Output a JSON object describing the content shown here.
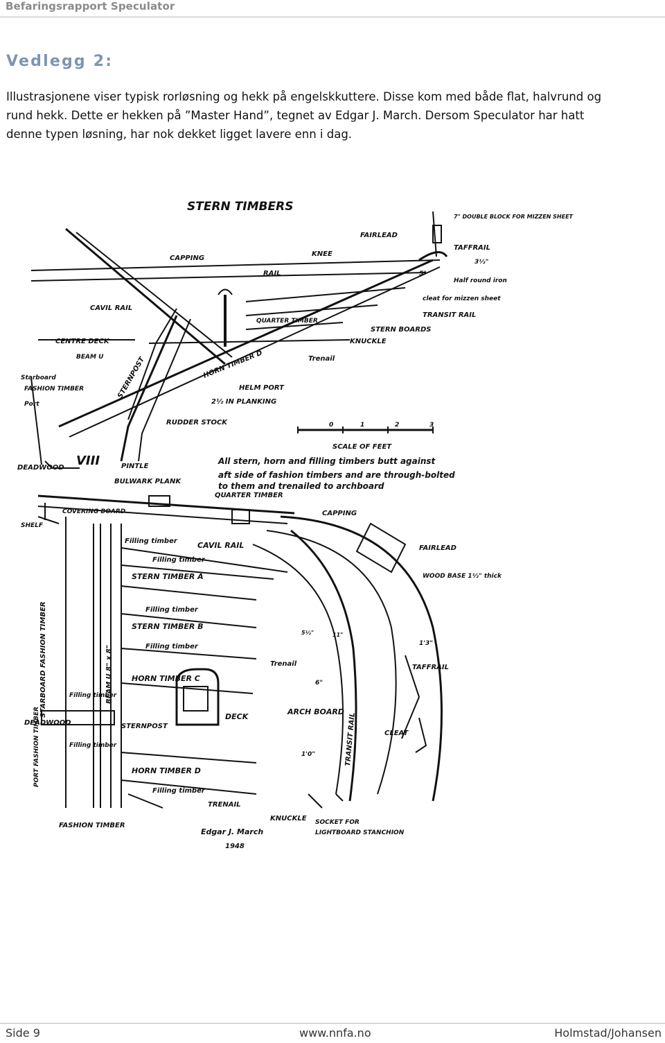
{
  "header": {
    "running_title": "Befaringsrapport Speculator"
  },
  "section": {
    "title": "Vedlegg 2:"
  },
  "intro": {
    "lines": [
      "Illustrasjonene viser typisk rorløsning og hekk på engelskkuttere. Disse kom med både flat, halvrund og",
      "rund hekk. Dette er hekken på ”Master Hand”, tegnet av Edgar J. March. Dersom Speculator har hatt",
      "denne typen løsning, har nok dekket ligget lavere enn i dag."
    ]
  },
  "figure": {
    "top_title": "STERN TIMBERS",
    "labels_top": [
      "CAPPING",
      "RAIL",
      "CAVIL RAIL",
      "CENTRE DECK",
      "BEAM U",
      "Starboard FASHION TIMBER",
      "Port",
      "STERNPOST",
      "DEADWOOD",
      "VIII",
      "PINTLE",
      "RUDDER STOCK",
      "HORN TIMBER D",
      "HELM PORT",
      "2½ IN PLANKING",
      "QUARTER TIMBER",
      "Trenail",
      "KNUCKLE",
      "STERN BOARDS",
      "TRANSIT RAIL",
      "cleat for mizzen sheet",
      "Half round iron",
      "TAFFRAIL",
      "7\" DOUBLE BLOCK FOR MIZZEN SHEET",
      "FAIRLEAD",
      "KNEE",
      "5\"",
      "3½\""
    ],
    "scale_label": "SCALE OF FEET",
    "scale_ticks": [
      "0",
      "1",
      "2",
      "3"
    ],
    "note": [
      "All stern, horn and filling timbers butt against",
      "aft side of fashion timbers and are through-bolted",
      "to them and trenailed to archboard"
    ],
    "labels_bottom": [
      "BULWARK PLANK",
      "QUARTER TIMBER",
      "COVERING BOARD",
      "CAPPING",
      "SHELF",
      "Filling timber",
      "CAVIL RAIL",
      "Filling timber",
      "STERN TIMBER A",
      "Filling timber",
      "STERN TIMBER B",
      "Filling timber",
      "HORN TIMBER C",
      "DECK",
      "STERNPOST",
      "HORN TIMBER D",
      "Filling timber",
      "TRENAIL",
      "STARBOARD FASHION TIMBER",
      "BEAM U 8\" x 8\"",
      "Filling timber",
      "DEADWOOD",
      "Filling timber",
      "PORT FASHION TIMBER",
      "FASHION TIMBER",
      "FAIRLEAD",
      "WOOD BASE 1½\" thick",
      "1'3\"",
      "TAFFRAIL",
      "Trenail",
      "6\"",
      "ARCH BOARD",
      "1'0\"",
      "TRANSIT RAIL",
      "CLEAT",
      "KNUCKLE",
      "SOCKET FOR LIGHTBOARD STANCHION",
      "5½\"",
      "11\""
    ],
    "signature": "Edgar J. March 1948"
  },
  "footer": {
    "page": "Side 9",
    "url": "www.nnfa.no",
    "authors": "Holmstad/Johansen"
  }
}
